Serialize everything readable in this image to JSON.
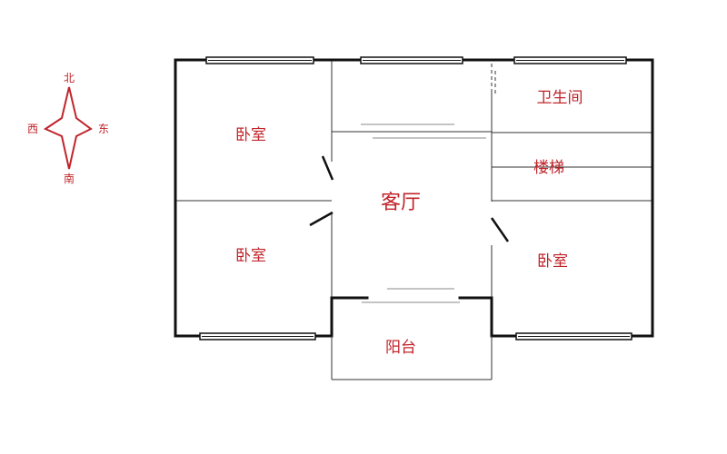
{
  "compass": {
    "north": "北",
    "south": "南",
    "east": "东",
    "west": "西",
    "color": "#c0242b"
  },
  "rooms": {
    "bedroom_nw": "卧室",
    "bedroom_sw": "卧室",
    "bedroom_se": "卧室",
    "living_room": "客厅",
    "bathroom": "卫生间",
    "stairs": "楼梯",
    "balcony": "阳台"
  },
  "colors": {
    "label": "#c0242b",
    "wall": "#111111"
  }
}
